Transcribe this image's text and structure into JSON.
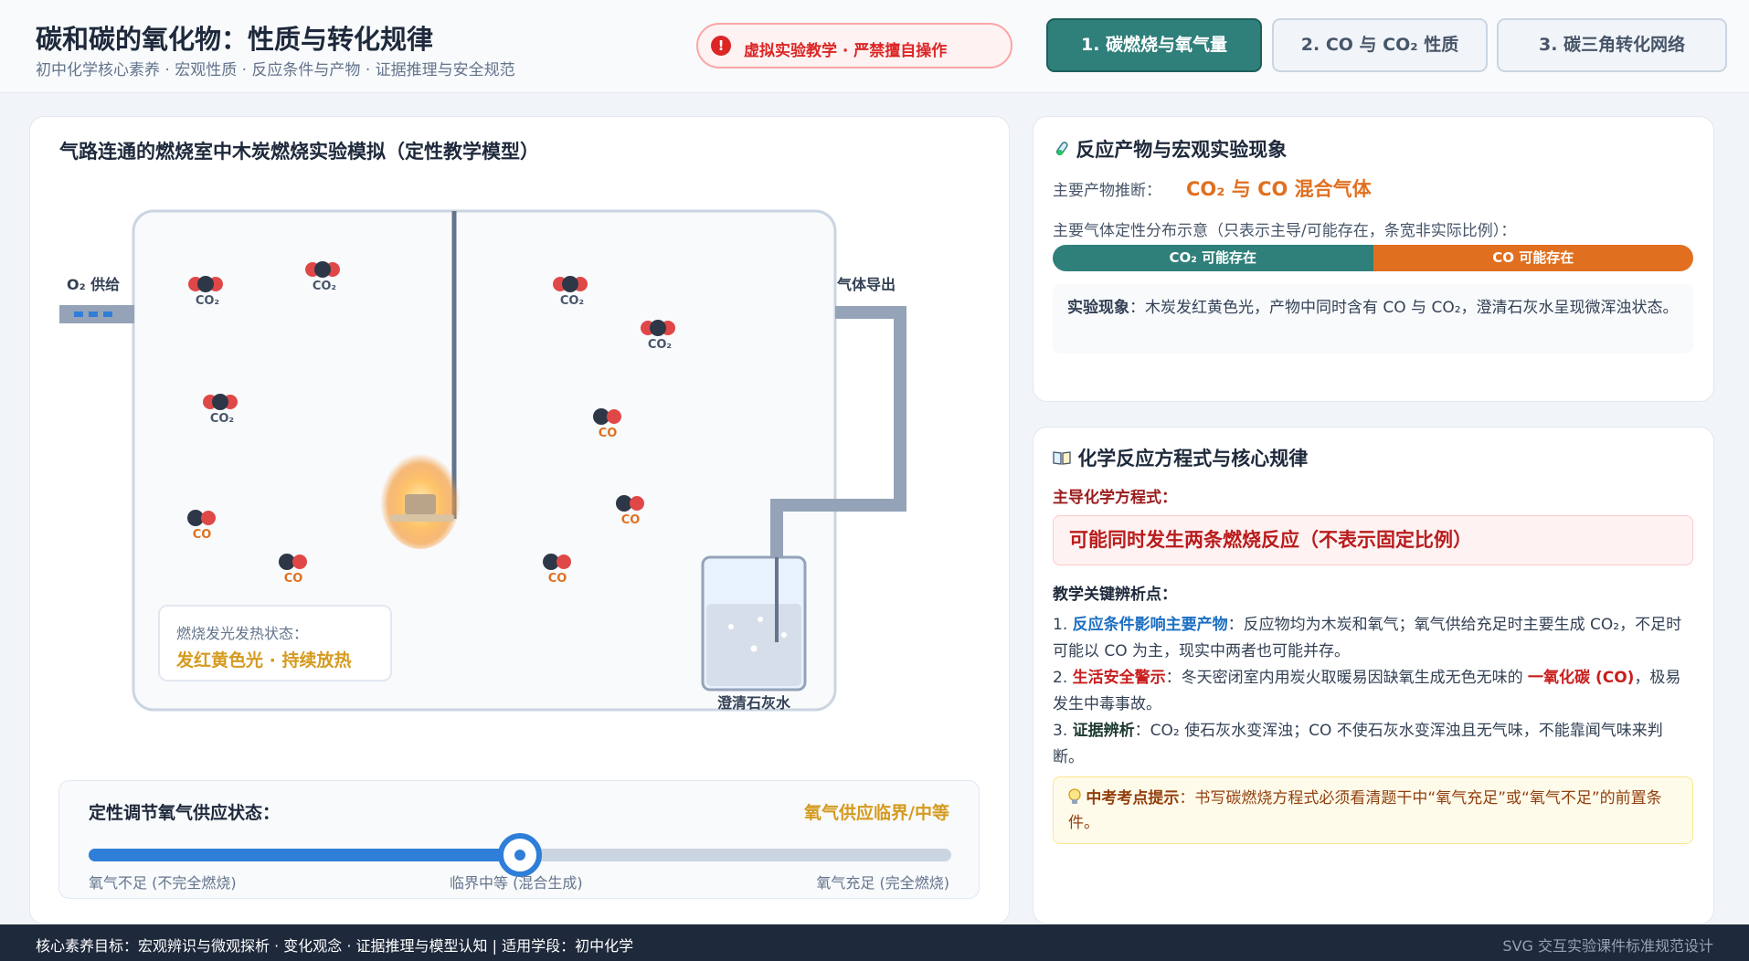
{
  "header": {
    "title": "碳和碳的氧化物：性质与转化规律",
    "subtitle": "初中化学核心素养 · 宏观性质 · 反应条件与产物 · 证据推理与安全规范",
    "warning": "虚拟实验教学 · 严禁擅自操作",
    "warning_icon": "!",
    "tabs": [
      {
        "label": "1. 碳燃烧与氧气量",
        "active": true
      },
      {
        "label": "2. CO 与 CO₂ 性质",
        "active": false
      },
      {
        "label": "3. 碳三角转化网络",
        "active": false
      }
    ]
  },
  "simulation": {
    "title": "气路连通的燃烧室中木炭燃烧实验模拟（定性教学模型）",
    "o2_supply_label": "O₂ 供给",
    "gas_outlet_label": "气体导出",
    "limewater_label": "澄清石灰水",
    "molecule_labels": {
      "co2": "CO₂",
      "co": "CO"
    },
    "burn_status_label": "燃烧发光发热状态：",
    "burn_status_value": "发红黄色光 · 持续放热",
    "oxygen_control": {
      "label": "定性调节氧气供应状态：",
      "value_label": "氧气供应临界/中等",
      "value_fraction": 0.5,
      "ticks": [
        "氧气不足 (不完全燃烧)",
        "临界中等 (混合生成)",
        "氧气充足 (完全燃烧)"
      ]
    }
  },
  "products": {
    "title": "反应产物与宏观实验现象",
    "title_icon": "test-tube-icon",
    "main_product_label": "主要产物推断：",
    "main_product_value": "CO₂ 与 CO 混合气体",
    "distribution_label": "主要气体定性分布示意（只表示主导/可能存在，条宽非实际比例）：",
    "distribution": [
      {
        "label": "CO₂ 可能存在",
        "color": "#2f7f7a",
        "fraction": 0.5
      },
      {
        "label": "CO 可能存在",
        "color": "#e07020",
        "fraction": 0.5
      }
    ],
    "observation_label": "实验现象",
    "observation_text": "：木炭发红黄色光，产物中同时含有 CO 与 CO₂，澄清石灰水呈现微浑浊状态。"
  },
  "equations": {
    "title": "化学反应方程式与核心规律",
    "title_icon": "book-icon",
    "main_eq_label": "主导化学方程式：",
    "main_eq": "可能同时发生两条燃烧反应（不表示固定比例）",
    "key_points_label": "教学关键辨析点：",
    "points": [
      {
        "num": "1. ",
        "head": "反应条件影响主要产物",
        "text": "：反应物均为木炭和氧气；氧气供给充足时主要生成 CO₂，不足时可能以 CO 为主，现实中两者也可能并存。"
      },
      {
        "num": "2. ",
        "head": "生活安全警示",
        "text": "：冬天密闭室内用炭火取暖易因缺氧生成无色无味的 ",
        "emph": "一氧化碳 (CO)",
        "tail": "，极易发生中毒事故。"
      },
      {
        "num": "3. ",
        "head": "证据辨析",
        "text": "：CO₂ 使石灰水变浑浊；CO 不使石灰水变浑浊且无气味，不能靠闻气味来判断。"
      }
    ],
    "tip_head": "中考考点提示",
    "tip_text": "：书写碳燃烧方程式必须看清题干中“氧气充足”或“氧气不足”的前置条件。"
  },
  "footer": {
    "left": "核心素养目标：宏观辨识与微观探析 · 变化观念 · 证据推理与模型认知 | 适用学段：初中化学",
    "right": "SVG 交互实验课件标准规范设计"
  },
  "colors": {
    "accent": "#2f7f7a",
    "co": "#e07020",
    "co2": "#2f7f7a",
    "danger": "#dc2626",
    "slider": "#2f7ed8"
  }
}
